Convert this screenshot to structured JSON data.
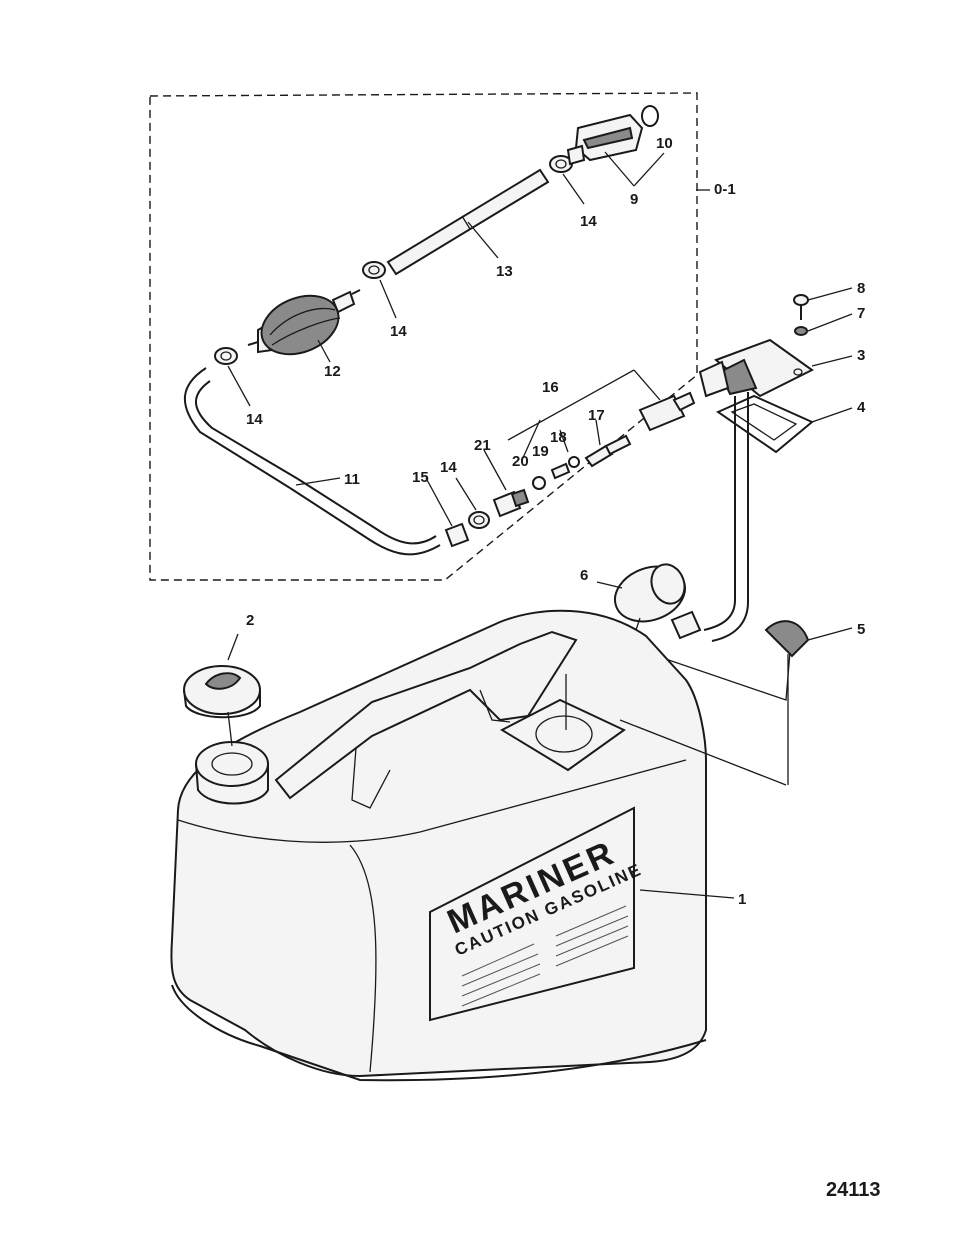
{
  "figure_number": "24113",
  "tank_label": {
    "brand": "MARINER",
    "caution": "CAUTION GASOLINE"
  },
  "callouts": {
    "c1": "1",
    "c2": "2",
    "c3": "3",
    "c4": "4",
    "c5": "5",
    "c6": "6",
    "c7": "7",
    "c8": "8",
    "c9": "9",
    "c10": "10",
    "c11": "11",
    "c12": "12",
    "c13": "13",
    "c14a": "14",
    "c14b": "14",
    "c14c": "14",
    "c14d": "14",
    "c15": "15",
    "c16": "16",
    "c17": "17",
    "c18": "18",
    "c19": "19",
    "c20": "20",
    "c21": "21",
    "c01": "0-1"
  }
}
